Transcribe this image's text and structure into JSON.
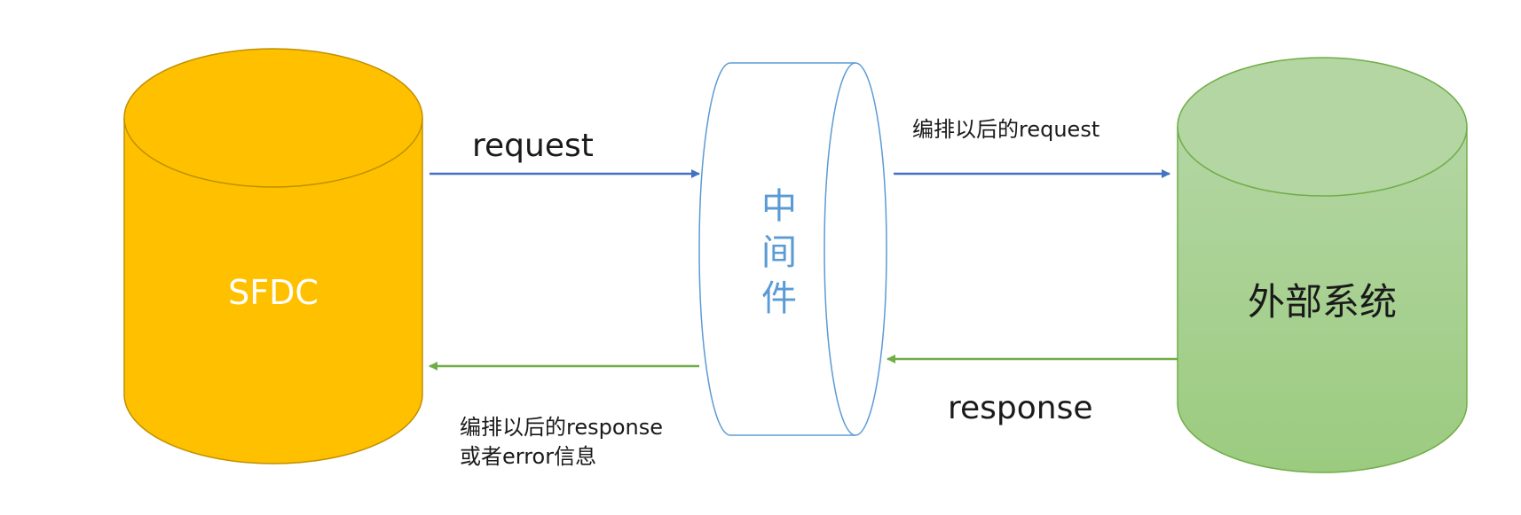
{
  "nodes": {
    "sfdc": {
      "label": "SFDC",
      "fill": "#FFC000",
      "stroke": "#BF9000",
      "text_color": "#FFFFFF"
    },
    "middleware": {
      "label_lines": [
        "中",
        "间",
        "件"
      ],
      "fill": "#FFFFFF",
      "stroke": "#5B9BD5",
      "text_color": "#5B9BD5"
    },
    "external": {
      "label": "外部系统",
      "fill_top": "#B3D6A3",
      "fill_bottom": "#9BCB7F",
      "stroke": "#70AD47",
      "text_color": "#1A1A1A"
    }
  },
  "edges": {
    "request": {
      "label": "request",
      "color": "#4472C4"
    },
    "request_arranged": {
      "label": "编排以后的request",
      "color": "#4472C4"
    },
    "response": {
      "label": "response",
      "color": "#70AD47"
    },
    "response_arranged": {
      "label_lines": [
        "编排以后的response",
        "或者error信息"
      ],
      "color": "#70AD47"
    }
  }
}
